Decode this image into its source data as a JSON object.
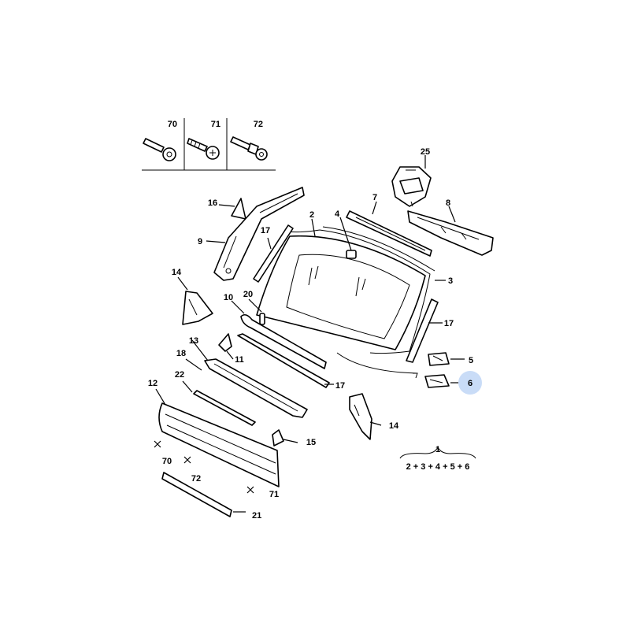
{
  "hardware_box": {
    "labels": [
      "70",
      "71",
      "72"
    ]
  },
  "callouts": {
    "c1": "1",
    "c2": "2",
    "c3": "3",
    "c4": "4",
    "c5": "5",
    "c6": "6",
    "c7": "7",
    "c8": "8",
    "c9": "9",
    "c10": "10",
    "c11": "11",
    "c12": "12",
    "c13": "13",
    "c14a": "14",
    "c14b": "14",
    "c15": "15",
    "c16": "16",
    "c17a": "17",
    "c17b": "17",
    "c17c": "17",
    "c18": "18",
    "c20": "20",
    "c21": "21",
    "c22": "22",
    "c25": "25",
    "c70": "70",
    "c71": "71",
    "c72": "72"
  },
  "kit_formula": "2 + 3 + 4 + 5 + 6",
  "highlight": {
    "label": "6",
    "color": "#c9dcf7"
  },
  "colors": {
    "line": "#000000",
    "background": "#ffffff",
    "part_fill": "#e4e4e4"
  }
}
